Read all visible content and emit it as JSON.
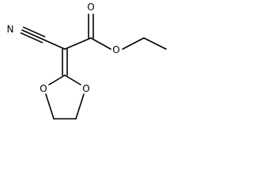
{
  "molecule": {
    "atoms": {
      "nitrogen": "N",
      "carbonyl_oxygen": "O",
      "ester_oxygen": "O",
      "ring_oxygen_left": "O",
      "ring_oxygen_right": "O"
    },
    "colors": {
      "bond": "#000000",
      "label": "#000000",
      "background": "#ffffff"
    }
  }
}
